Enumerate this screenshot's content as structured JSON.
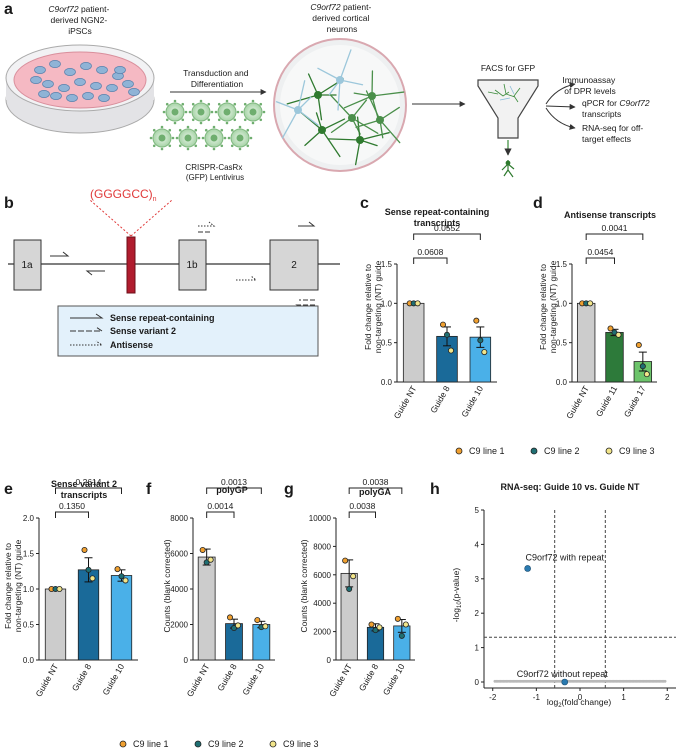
{
  "panels": {
    "a": {
      "letter": "a",
      "ipsc_label_1": "C9orf72",
      "ipsc_label_2": " patient-",
      "ipsc_label_3": "derived NGN2-",
      "ipsc_label_4": "iPSCs",
      "neuron_label_1": "C9orf72",
      "neuron_label_2": " patient-",
      "neuron_label_3": "derived cortical",
      "neuron_label_4": "neurons",
      "transduction_1": "Transduction and",
      "transduction_2": "Differentiation",
      "lentivirus_1": "CRISPR-CasRx",
      "lentivirus_2": "(GFP) Lentivirus",
      "facs": "FACS for GFP",
      "out1_1": "Immunoassay",
      "out1_2": "of DPR levels",
      "out2_1": "qPCR for ",
      "out2_2": "C9orf72",
      "out2_3": "transcripts",
      "out3_1": "RNA-seq for off-",
      "out3_2": "target effects"
    },
    "b": {
      "letter": "b",
      "repeat": "(GGGGCC)",
      "repeat_sub": "n",
      "exons": [
        "1a",
        "1b",
        "2"
      ],
      "legend": [
        "Sense repeat-containing",
        "Sense variant 2",
        "Antisense"
      ]
    },
    "c": {
      "letter": "c",
      "title_1": "Sense repeat-containing",
      "title_2": "transcripts",
      "ylabel_1": "Fold change relative to",
      "ylabel_2": "non-targeting (NT) guide"
    },
    "d": {
      "letter": "d",
      "title": "Antisense transcripts",
      "ylabel_1": "Fold change relative to",
      "ylabel_2": "non-targeting (NT) guide"
    },
    "e": {
      "letter": "e",
      "title_1": "Sense variant 2",
      "title_2": "transcripts",
      "ylabel_1": "Fold change relative to",
      "ylabel_2": "non-targeting (NT) guide"
    },
    "f": {
      "letter": "f",
      "title": "polyGP",
      "ylabel": "Counts (blank corrected)"
    },
    "g": {
      "letter": "g",
      "title": "polyGA",
      "ylabel": "Counts (blank corrected)"
    },
    "h": {
      "letter": "h",
      "title": "RNA-seq: Guide 10 vs. Guide NT",
      "ylabel": "-log10(p-value)",
      "xlabel": "log2(fold change)",
      "ann1": "C9orf72 with repeat",
      "ann2": "C9orf72 without repeat"
    }
  },
  "legends": {
    "top": [
      "C9 line 1",
      "C9 line 2",
      "C9 line 3"
    ],
    "bottom": [
      "C9 line 1",
      "C9 line 2",
      "C9 line 3"
    ],
    "colors": [
      "#f0a030",
      "#1f6f73",
      "#f2e58a"
    ]
  },
  "chart_data": [
    {
      "id": "c",
      "type": "bar",
      "categories": [
        "Guide NT",
        "Guide 8",
        "Guide 10"
      ],
      "values": [
        1.0,
        0.58,
        0.57
      ],
      "errors": [
        0.0,
        0.12,
        0.13
      ],
      "points": [
        [
          1.0,
          1.0,
          1.0
        ],
        [
          0.73,
          0.6,
          0.4
        ],
        [
          0.78,
          0.53,
          0.38
        ]
      ],
      "colors": [
        "#cccccc",
        "#1a6a99",
        "#4ab0e8"
      ],
      "ylim": [
        0,
        1.5
      ],
      "yticks": [
        0.0,
        0.5,
        1.0,
        1.5
      ],
      "comparisons": [
        {
          "from": 0,
          "to": 1,
          "label": "0.0608"
        },
        {
          "from": 0,
          "to": 2,
          "label": "0.0552"
        }
      ]
    },
    {
      "id": "d",
      "type": "bar",
      "categories": [
        "Guide NT",
        "Guide 11",
        "Guide 17"
      ],
      "values": [
        1.0,
        0.63,
        0.26
      ],
      "errors": [
        0.0,
        0.04,
        0.12
      ],
      "points": [
        [
          1.0,
          1.0,
          1.0
        ],
        [
          0.68,
          0.63,
          0.6
        ],
        [
          0.47,
          0.2,
          0.1
        ]
      ],
      "colors": [
        "#cccccc",
        "#2d7a3a",
        "#6dc46b"
      ],
      "ylim": [
        0,
        1.5
      ],
      "yticks": [
        0.0,
        0.5,
        1.0,
        1.5
      ],
      "comparisons": [
        {
          "from": 0,
          "to": 1,
          "label": "0.0454"
        },
        {
          "from": 0,
          "to": 2,
          "label": "0.0041"
        }
      ]
    },
    {
      "id": "e",
      "type": "bar",
      "categories": [
        "Guide NT",
        "Guide 8",
        "Guide 10"
      ],
      "values": [
        1.0,
        1.27,
        1.19
      ],
      "errors": [
        0.0,
        0.17,
        0.08
      ],
      "points": [
        [
          1.0,
          1.0,
          1.0
        ],
        [
          1.55,
          1.27,
          1.15
        ],
        [
          1.28,
          1.18,
          1.12
        ]
      ],
      "colors": [
        "#cccccc",
        "#1a6a99",
        "#4ab0e8"
      ],
      "ylim": [
        0,
        2.0
      ],
      "yticks": [
        0.0,
        0.5,
        1.0,
        1.5,
        2.0
      ],
      "comparisons": [
        {
          "from": 0,
          "to": 1,
          "label": "0.1350"
        },
        {
          "from": 0,
          "to": 2,
          "label": "0.2614"
        }
      ]
    },
    {
      "id": "f",
      "type": "bar",
      "categories": [
        "Guide NT",
        "Guide 8",
        "Guide 10"
      ],
      "values": [
        5800,
        2050,
        2000
      ],
      "errors": [
        450,
        250,
        180
      ],
      "points": [
        [
          6200,
          5500,
          5650
        ],
        [
          2400,
          1800,
          1950
        ],
        [
          2250,
          1850,
          1900
        ]
      ],
      "colors": [
        "#cccccc",
        "#1a6a99",
        "#4ab0e8"
      ],
      "ylim": [
        0,
        8000
      ],
      "yticks": [
        0,
        2000,
        4000,
        6000,
        8000
      ],
      "comparisons": [
        {
          "from": 0,
          "to": 1,
          "label": "0.0014"
        },
        {
          "from": 0,
          "to": 2,
          "label": "0.0013"
        }
      ]
    },
    {
      "id": "g",
      "type": "bar",
      "categories": [
        "Guide NT",
        "Guide 8",
        "Guide 10"
      ],
      "values": [
        6100,
        2300,
        2400
      ],
      "errors": [
        950,
        250,
        450
      ],
      "points": [
        [
          7000,
          5000,
          5900
        ],
        [
          2500,
          2100,
          2300
        ],
        [
          2900,
          1700,
          2500
        ]
      ],
      "colors": [
        "#cccccc",
        "#1a6a99",
        "#4ab0e8"
      ],
      "ylim": [
        0,
        10000
      ],
      "yticks": [
        0,
        2000,
        4000,
        6000,
        8000,
        10000
      ],
      "comparisons": [
        {
          "from": 0,
          "to": 1,
          "label": "0.0038"
        },
        {
          "from": 0,
          "to": 2,
          "label": "0.0038"
        }
      ]
    },
    {
      "id": "h",
      "type": "scatter",
      "title": "RNA-seq: Guide 10 vs. Guide NT",
      "xlim": [
        -2.2,
        2.2
      ],
      "ylim": [
        0,
        5
      ],
      "xticks": [
        -2,
        -1,
        0,
        1,
        2
      ],
      "yticks": [
        0,
        1,
        2,
        3,
        4,
        5
      ],
      "thresholds": {
        "x": [
          -0.58,
          0.58
        ],
        "y": 1.3
      },
      "highlights": [
        {
          "x": -1.2,
          "y": 3.3,
          "label": "C9orf72 with repeat"
        },
        {
          "x": -0.35,
          "y": 0.0,
          "label": "C9orf72 without repeat"
        }
      ]
    }
  ]
}
